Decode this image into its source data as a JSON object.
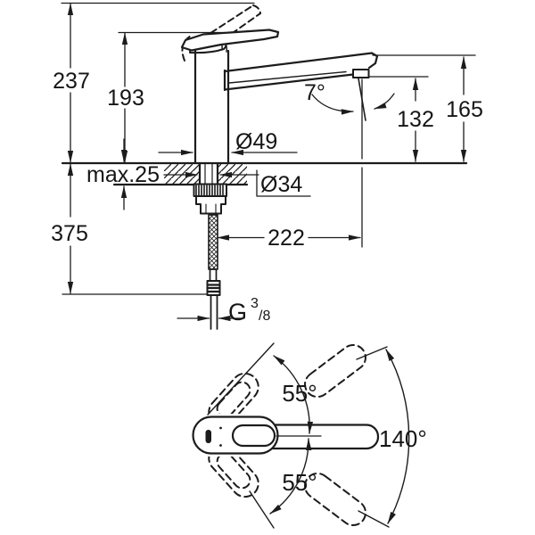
{
  "drawing": {
    "side_view": {
      "labels": {
        "overall_height": "237",
        "handle_height": "193",
        "deck_thickness": "max.25",
        "under_deck_depth": "375",
        "base_diameter": "Ø49",
        "hole_diameter": "Ø34",
        "spout_reach": "222",
        "spout_angle": "7°",
        "outlet_height": "132",
        "spout_tip_height": "165",
        "thread_g": "G",
        "thread_numerator": "3",
        "thread_denominator": "/8"
      }
    },
    "top_view": {
      "labels": {
        "handle_arc_upper": "55°",
        "handle_arc_lower": "55°",
        "swivel_range": "140°"
      }
    },
    "colors": {
      "line": "#1c1c1c",
      "background": "#ffffff"
    }
  }
}
